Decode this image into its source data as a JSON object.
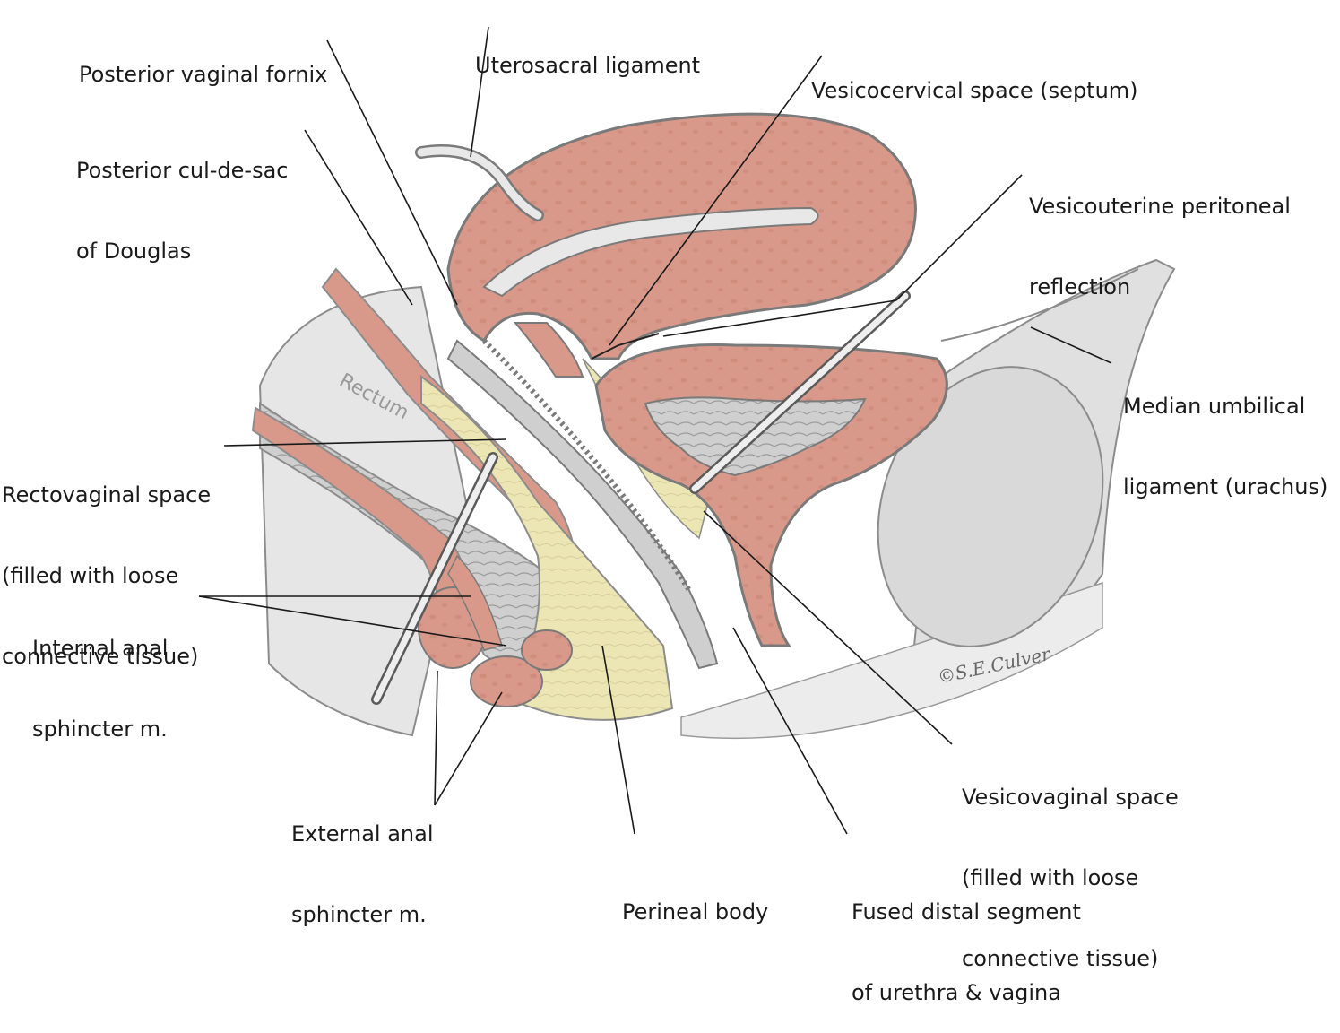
{
  "labels": {
    "posterior_vaginal_fornix": [
      "Posterior vaginal fornix"
    ],
    "uterosacral_ligament": [
      "Uterosacral ligament"
    ],
    "vesicocervical_space": [
      "Vesicocervical space (septum)"
    ],
    "posterior_cul_de_sac": [
      "Posterior cul-de-sac",
      "of Douglas"
    ],
    "vesicouterine_reflection": [
      "Vesicouterine peritoneal",
      "reflection"
    ],
    "median_umbilical_ligament": [
      "Median umbilical",
      "ligament (urachus)"
    ],
    "rectovaginal_space": [
      "Rectovaginal space",
      "(filled with loose",
      "connective tissue)"
    ],
    "internal_anal_sphincter": [
      "Internal anal",
      "sphincter m."
    ],
    "external_anal_sphincter": [
      "External anal",
      "sphincter m."
    ],
    "perineal_body": [
      "Perineal body"
    ],
    "fused_distal_segment": [
      "Fused distal segment",
      "of urethra & vagina"
    ],
    "vesicovaginal_space": [
      "Vesicovaginal space",
      "(filled with loose",
      "connective tissue)"
    ]
  },
  "rectum_label": "Rectum",
  "signature": "©S.E.Culver",
  "colors": {
    "muscle": "#d9998a",
    "muscle_dark": "#b87466",
    "tissue_yellow": "#ece6b4",
    "serosa": "#c9c9c9",
    "background_gray": "#dedede",
    "leader": "#1a1a1a"
  }
}
